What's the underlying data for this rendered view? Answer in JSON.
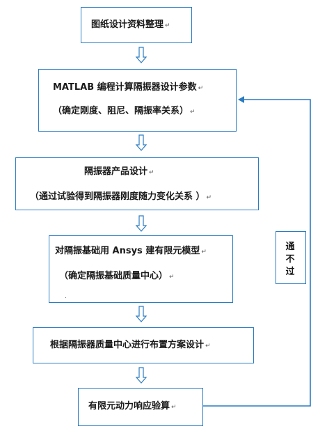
{
  "steps": [
    {
      "line1": "图纸设计资料整理"
    },
    {
      "line1": "MATLAB 编程计算隔振器设计参数",
      "line2": "（确定刚度、阻尼、隔振率关系）"
    },
    {
      "line1": "隔振器产品设计",
      "line2": "（通过试验得到隔振器刚度随力变化关系 ）"
    },
    {
      "line1": "对隔振基础用 Ansys 建有限元模型",
      "line2": "（确定隔振基础质量中心）"
    },
    {
      "line1": "根据隔振器质量中心进行布置方案设计"
    },
    {
      "line1": "有限元动力响应验算"
    }
  ],
  "feedback": {
    "char1": "通",
    "char2": "不",
    "char3": "过"
  },
  "marks": {
    "return": "↵",
    "arrow": "↓"
  },
  "colors": {
    "box_border": "#2a7cc2",
    "arrow": "#2a7cc2",
    "text": "#1a1a1a"
  }
}
